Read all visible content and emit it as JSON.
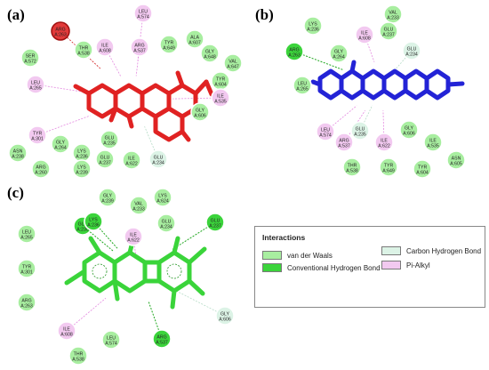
{
  "panels": {
    "a": {
      "label": "(a)",
      "residues": [
        {
          "code": "SER",
          "id": "A:572",
          "type": "vdw"
        },
        {
          "code": "THR",
          "id": "A:538",
          "type": "vdw"
        },
        {
          "code": "ILE",
          "id": "A:608",
          "type": "pi"
        },
        {
          "code": "LEU",
          "id": "A:574",
          "type": "pi"
        },
        {
          "code": "ARG",
          "id": "A:537",
          "type": "pi"
        },
        {
          "code": "TYR",
          "id": "A:649",
          "type": "vdw"
        },
        {
          "code": "ALA",
          "id": "A:607",
          "type": "vdw"
        },
        {
          "code": "GLY",
          "id": "A:648",
          "type": "vdw"
        },
        {
          "code": "VAL",
          "id": "A:647",
          "type": "vdw"
        },
        {
          "code": "TYR",
          "id": "A:604",
          "type": "vdw"
        },
        {
          "code": "ILE",
          "id": "A:535",
          "type": "pi"
        },
        {
          "code": "GLY",
          "id": "A:606",
          "type": "vdw"
        },
        {
          "code": "LEU",
          "id": "A:265",
          "type": "pi"
        },
        {
          "code": "ARG",
          "id": "A:263",
          "type": "unfav"
        },
        {
          "code": "TYR",
          "id": "A:301",
          "type": "pi"
        },
        {
          "code": "ASN",
          "id": "A:238",
          "type": "vdw"
        },
        {
          "code": "GLY",
          "id": "A:264",
          "type": "vdw"
        },
        {
          "code": "ARG",
          "id": "A:260",
          "type": "vdw"
        },
        {
          "code": "LYS",
          "id": "A:236",
          "type": "vdw"
        },
        {
          "code": "LYS",
          "id": "A:239",
          "type": "vdw"
        },
        {
          "code": "GLU",
          "id": "A:235",
          "type": "vdw"
        },
        {
          "code": "GLU",
          "id": "A:237",
          "type": "vdw"
        },
        {
          "code": "ILE",
          "id": "A:622",
          "type": "vdw"
        },
        {
          "code": "GLU",
          "id": "A:234",
          "type": "ch"
        }
      ]
    },
    "b": {
      "label": "(b)",
      "residues": [
        {
          "code": "LYS",
          "id": "A:236",
          "type": "vdw"
        },
        {
          "code": "VAL",
          "id": "A:233",
          "type": "vdw"
        },
        {
          "code": "ILE",
          "id": "A:608",
          "type": "pi"
        },
        {
          "code": "GLU",
          "id": "A:237",
          "type": "vdw"
        },
        {
          "code": "GLU",
          "id": "A:234",
          "type": "ch"
        },
        {
          "code": "ARG",
          "id": "A:263",
          "type": "hbond"
        },
        {
          "code": "GLY",
          "id": "A:264",
          "type": "vdw"
        },
        {
          "code": "LEU",
          "id": "A:265",
          "type": "vdw"
        },
        {
          "code": "LEU",
          "id": "A:574",
          "type": "pi"
        },
        {
          "code": "GLU",
          "id": "A:235",
          "type": "ch"
        },
        {
          "code": "ARG",
          "id": "A:537",
          "type": "pi"
        },
        {
          "code": "ILE",
          "id": "A:622",
          "type": "pi"
        },
        {
          "code": "GLY",
          "id": "A:606",
          "type": "vdw"
        },
        {
          "code": "ILE",
          "id": "A:535",
          "type": "vdw"
        },
        {
          "code": "THR",
          "id": "A:538",
          "type": "vdw"
        },
        {
          "code": "TYR",
          "id": "A:649",
          "type": "vdw"
        },
        {
          "code": "TYR",
          "id": "A:604",
          "type": "vdw"
        },
        {
          "code": "ASN",
          "id": "A:605",
          "type": "vdw"
        }
      ]
    },
    "c": {
      "label": "(c)",
      "residues": [
        {
          "code": "GLY",
          "id": "A:239",
          "type": "vdw"
        },
        {
          "code": "LYS",
          "id": "A:624",
          "type": "vdw"
        },
        {
          "code": "VAL",
          "id": "A:233",
          "type": "vdw"
        },
        {
          "code": "GLU",
          "id": "A:235",
          "type": "hbond"
        },
        {
          "code": "LYS",
          "id": "A:236",
          "type": "hbond"
        },
        {
          "code": "GLU",
          "id": "A:234",
          "type": "vdw"
        },
        {
          "code": "ILE",
          "id": "A:622",
          "type": "pi"
        },
        {
          "code": "GLU",
          "id": "A:237",
          "type": "hbond"
        },
        {
          "code": "LEU",
          "id": "A:265",
          "type": "vdw"
        },
        {
          "code": "TYR",
          "id": "A:301",
          "type": "vdw"
        },
        {
          "code": "ARG",
          "id": "A:263",
          "type": "vdw"
        },
        {
          "code": "ILE",
          "id": "A:608",
          "type": "pi"
        },
        {
          "code": "LEU",
          "id": "A:574",
          "type": "vdw"
        },
        {
          "code": "THR",
          "id": "A:538",
          "type": "vdw"
        },
        {
          "code": "ARG",
          "id": "A:537",
          "type": "hbond"
        },
        {
          "code": "GLY",
          "id": "A:606",
          "type": "ch"
        }
      ]
    }
  },
  "legend": {
    "title": "Interactions",
    "items": [
      {
        "label": "van der Waals",
        "color": "#a8eea0"
      },
      {
        "label": "Conventional Hydrogen Bond",
        "color": "#3bd43b"
      },
      {
        "label": "Carbon Hydrogen Bond",
        "color": "#dcf3e6"
      },
      {
        "label": "Pi-Alkyl",
        "color": "#f2c9f0"
      }
    ]
  },
  "colors": {
    "vdw": "#a8eea0",
    "hbond": "#3bd43b",
    "ch": "#dcf3e6",
    "pi": "#f2c9f0",
    "unfav": "#e23a3a",
    "ligand_a": "#e02222",
    "ligand_b": "#2323d6",
    "ligand_c": "#3ad43a"
  }
}
